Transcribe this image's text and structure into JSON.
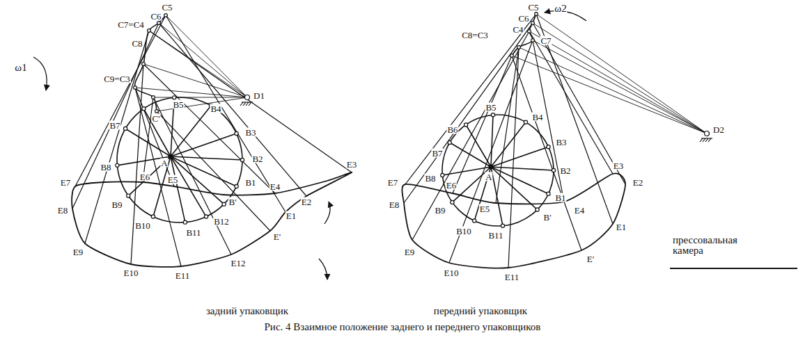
{
  "diagram": {
    "caption": "Рис. 4 Взаимное положение заднего и переднего упаковщиков",
    "labels": [
      "C5",
      "C6",
      "C7=C4",
      "C8",
      "C9=C3",
      "D1",
      "C'",
      "B5",
      "B4",
      "B3",
      "B2",
      "B1",
      "B'",
      "B12",
      "B11",
      "B10",
      "B9",
      "B8",
      "B7",
      "A",
      "E3",
      "E2",
      "E4",
      "E1",
      "E'",
      "E12",
      "E11",
      "E10",
      "E9",
      "E8",
      "E7",
      "E6",
      "E5",
      "ω1",
      "ω2",
      "C5",
      "C6",
      "C4",
      "C7",
      "C8=C3",
      "D2",
      "B6",
      "B5",
      "B4",
      "B3",
      "B2",
      "B1",
      "B'",
      "B11",
      "B10",
      "B9",
      "B8",
      "B7",
      "A",
      "E3",
      "E2",
      "E4",
      "E1",
      "E'",
      "E11",
      "E10",
      "E9",
      "E8",
      "E7",
      "E6",
      "E5",
      "прессовальная камера",
      "задний упаковщик",
      "передний упаковщик"
    ]
  }
}
